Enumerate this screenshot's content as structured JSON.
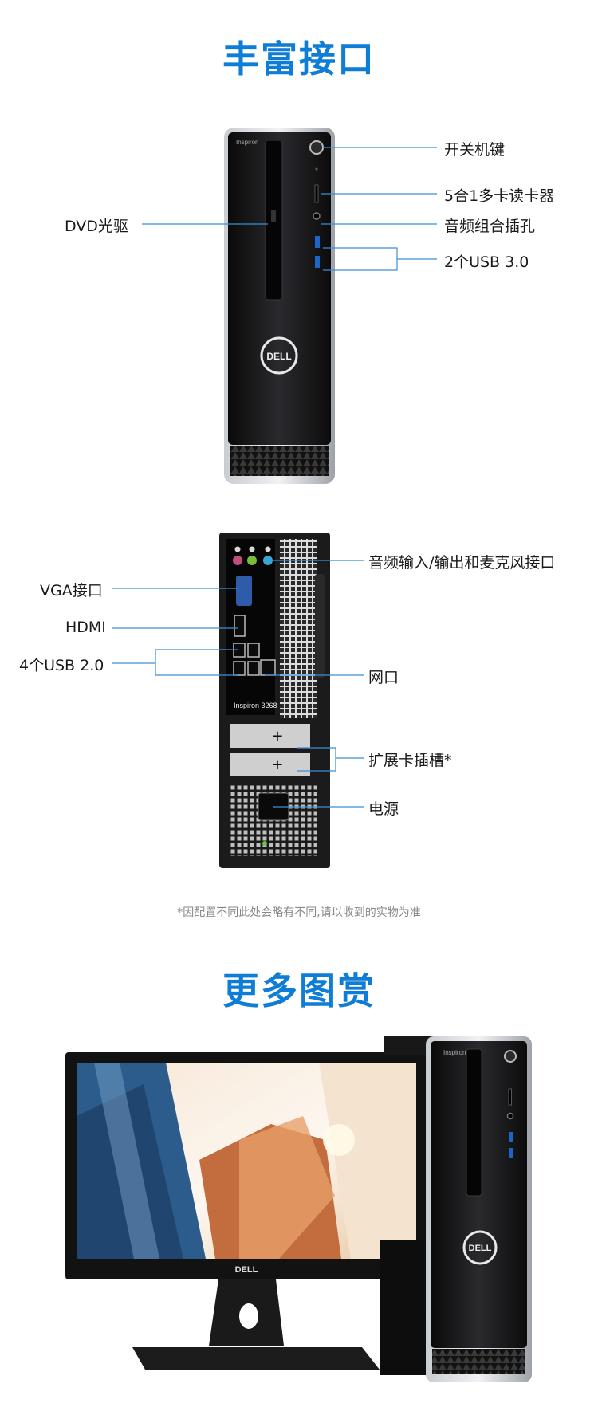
{
  "section1_title": "丰富接口",
  "front_labels": {
    "power": "开关机键",
    "card_reader": "5合1多卡读卡器",
    "audio_combo": "音频组合插孔",
    "usb3": "2个USB 3.0",
    "dvd": "DVD光驱"
  },
  "rear_labels": {
    "audio_io": "音频输入/输出和麦克风接口",
    "vga": "VGA接口",
    "hdmi": "HDMI",
    "usb2": "4个USB 2.0",
    "lan": "网口",
    "expansion": "扩展卡插槽*",
    "power_input": "电源"
  },
  "case_text": {
    "brand": "DELL",
    "front_model": "Inspiron",
    "rear_model": "Inspiron 3268"
  },
  "footnote": "*因配置不同此处会略有不同,请以收到的实物为准",
  "section2_title": "更多图赏",
  "colors": {
    "accent": "#0f7dd6",
    "line": "#3a8fd8"
  }
}
